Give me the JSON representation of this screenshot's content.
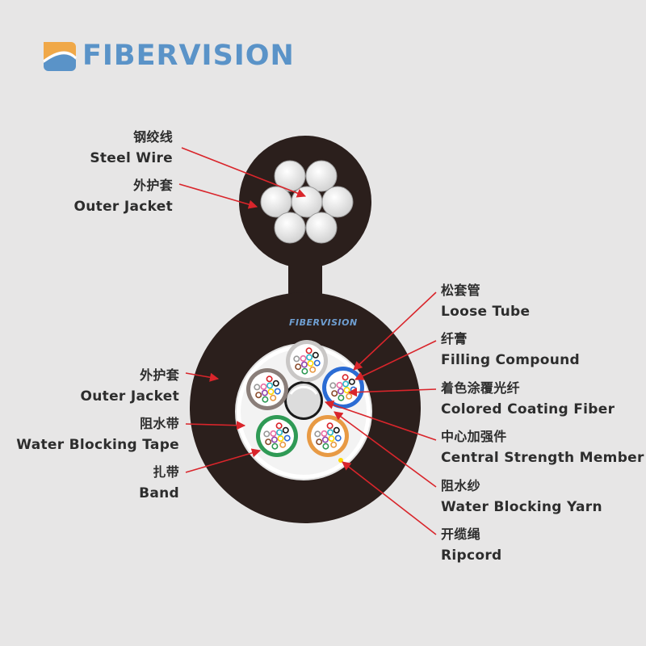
{
  "brand": {
    "name": "FIBERVISION",
    "watermark": "FIBERVISION"
  },
  "colors": {
    "brand_blue": "#5a93c8",
    "brand_orange": "#f0a848",
    "jacket": "#2b1f1c",
    "arrow": "#d9252b",
    "label_text": "#2d2d2d"
  },
  "labels": {
    "steel_wire_zh": "钢绞线",
    "steel_wire_en": "Steel Wire",
    "outer_jacket_top_zh": "外护套",
    "outer_jacket_top_en": "Outer Jacket",
    "outer_jacket_zh": "外护套",
    "outer_jacket_en": "Outer Jacket",
    "water_blocking_tape_zh": "阻水带",
    "water_blocking_tape_en": "Water Blocking Tape",
    "band_zh": "扎带",
    "band_en": "Band",
    "loose_tube_zh": "松套管",
    "loose_tube_en": "Loose Tube",
    "filling_compound_zh": "纤膏",
    "filling_compound_en": "Filling Compound",
    "colored_fiber_zh": "着色涂覆光纤",
    "colored_fiber_en": "Colored Coating Fiber",
    "central_member_zh": "中心加强件",
    "central_member_en": "Central Strength Member",
    "water_blocking_yarn_zh": "阻水纱",
    "water_blocking_yarn_en": "Water Blocking Yarn",
    "ripcord_zh": "开缆绳",
    "ripcord_en": "Ripcord"
  },
  "loose_tube_colors": [
    "#c9c7c6",
    "#2b6cd4",
    "#e89a44",
    "#2f9a55",
    "#8a7e79"
  ]
}
